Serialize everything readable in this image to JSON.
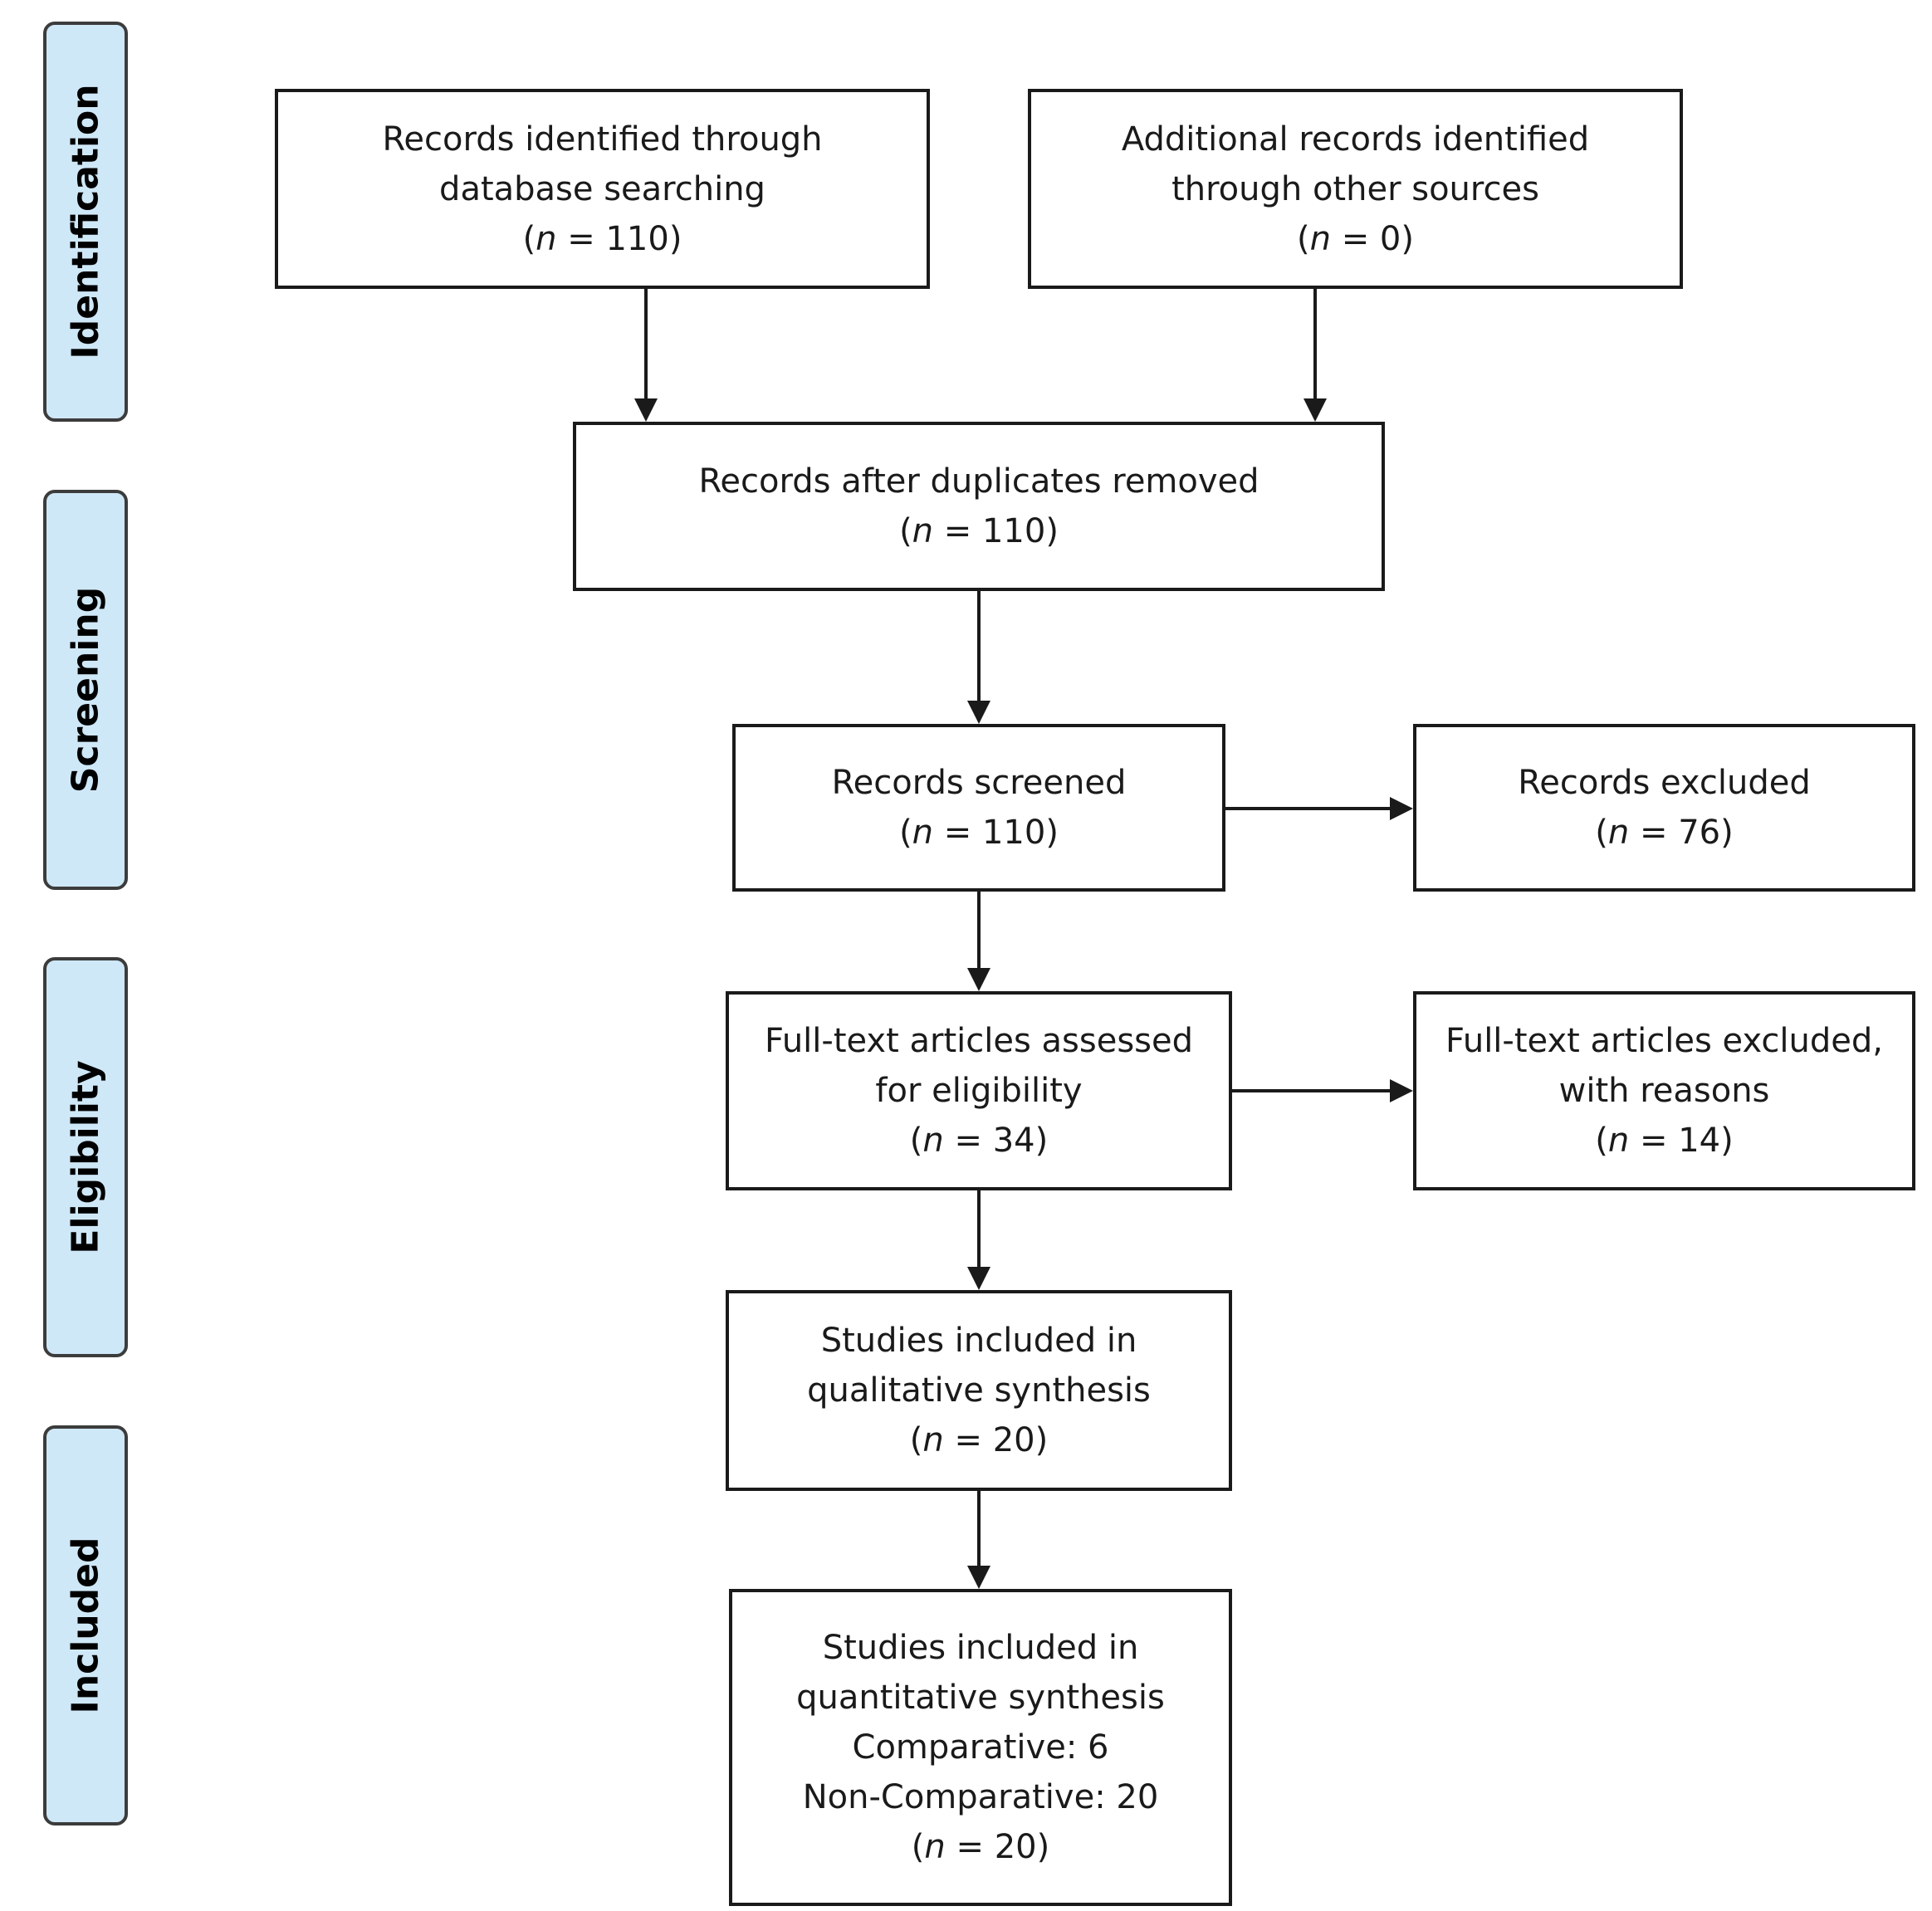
{
  "phases": {
    "identification": "Identification",
    "screening": "Screening",
    "eligibility": "Eligibility",
    "included": "Included"
  },
  "boxes": {
    "database_records": {
      "lines": [
        "Records identified through",
        "database searching"
      ],
      "n_prefix": "(",
      "n_var": "n",
      "n_rest": " = 110)"
    },
    "other_sources": {
      "lines": [
        "Additional records identified",
        "through other sources"
      ],
      "n_prefix": "(",
      "n_var": "n",
      "n_rest": " = 0)"
    },
    "duplicates_removed": {
      "lines": [
        "Records after duplicates removed"
      ],
      "n_prefix": "(",
      "n_var": "n",
      "n_rest": " = 110)"
    },
    "records_screened": {
      "lines": [
        "Records screened"
      ],
      "n_prefix": "(",
      "n_var": "n",
      "n_rest": " = 110)"
    },
    "records_excluded": {
      "lines": [
        "Records excluded"
      ],
      "n_prefix": "(",
      "n_var": "n",
      "n_rest": " = 76)"
    },
    "fulltext_assessed": {
      "lines": [
        "Full-text articles assessed",
        "for eligibility"
      ],
      "n_prefix": "(",
      "n_var": "n",
      "n_rest": " = 34)"
    },
    "fulltext_excluded": {
      "lines": [
        "Full-text articles excluded,",
        "with reasons"
      ],
      "n_prefix": "(",
      "n_var": "n",
      "n_rest": " = 14)"
    },
    "qualitative": {
      "lines": [
        "Studies included in",
        "qualitative synthesis"
      ],
      "n_prefix": "(",
      "n_var": "n",
      "n_rest": " = 20)"
    },
    "quantitative": {
      "lines": [
        "Studies included in",
        "quantitative synthesis",
        "Comparative: 6",
        "Non-Comparative: 20"
      ],
      "n_prefix": "(",
      "n_var": "n",
      "n_rest": " = 20)"
    }
  },
  "colors": {
    "phase_fill": "#cfe8f8",
    "stroke": "#1a1a1a"
  }
}
